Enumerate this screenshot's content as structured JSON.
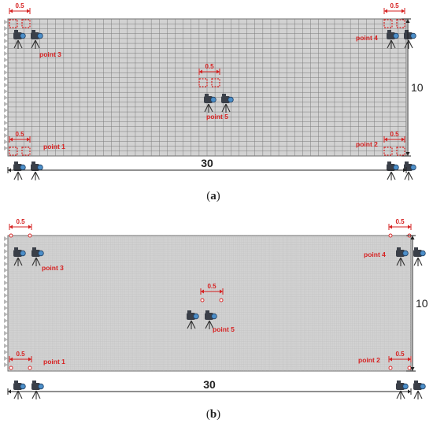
{
  "colors": {
    "mesh_fill": "#d2d2d2",
    "mesh_line": "#7c7c7c",
    "fine_mesh_line": "#bdbdbd",
    "annotation": "#d62020",
    "dimension": "#222222",
    "support": "#b8b8b8",
    "camera_body": "#3a3f48",
    "camera_lens": "#4d8fc9"
  },
  "icons": {
    "camera": "camera-on-tripod-icon",
    "support": "roller-support-triangle-icon"
  },
  "panels": [
    {
      "id": "a",
      "caption_open": "(",
      "caption_letter": "a",
      "caption_close": ")",
      "mesh": {
        "columns": 50,
        "rows": 28,
        "style": "coarse"
      },
      "dimensions": {
        "length": "30",
        "height": "10"
      },
      "spacing_label": "0.5",
      "points": {
        "p1": "point 1",
        "p2": "point 2",
        "p3": "point 3",
        "p4": "point 4",
        "p5": "point 5"
      }
    },
    {
      "id": "b",
      "caption_open": "(",
      "caption_letter": "b",
      "caption_close": ")",
      "mesh": {
        "columns": 200,
        "rows": 60,
        "style": "fine"
      },
      "dimensions": {
        "length": "30",
        "height": "10"
      },
      "spacing_label": "0.5",
      "points": {
        "p1": "point 1",
        "p2": "point 2",
        "p3": "point 3",
        "p4": "point 4",
        "p5": "point 5"
      }
    }
  ]
}
